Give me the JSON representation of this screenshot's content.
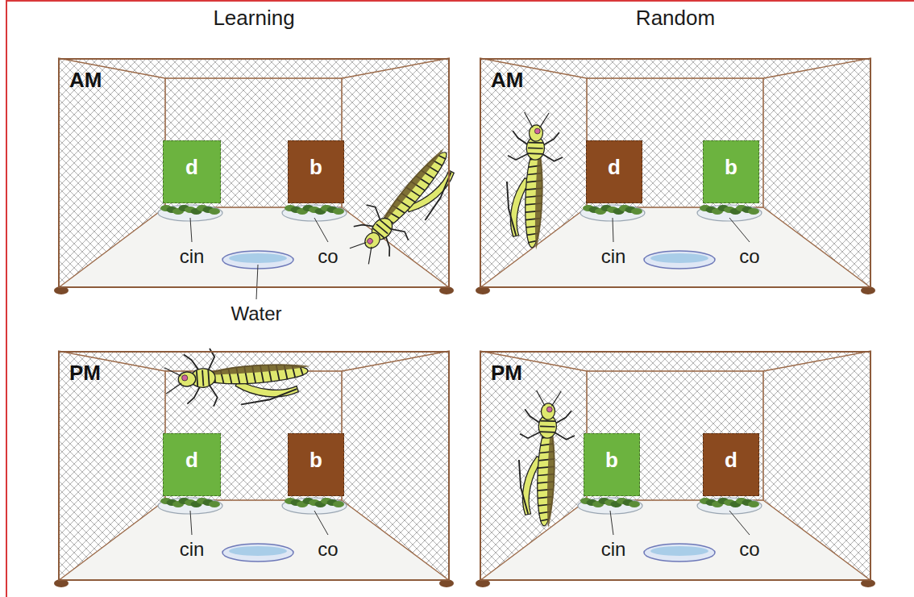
{
  "diagram": {
    "nodes": [
      {
        "text": [
          "AM"
        ]
      },
      {
        "text": [
          "d"
        ],
        "in": 0
      },
      {
        "text": [
          "b"
        ],
        "in": 0
      },
      {
        "text": [
          "AM"
        ]
      },
      {
        "text": [
          "d"
        ],
        "in": 3
      },
      {
        "text": [
          "b"
        ],
        "in": 3
      },
      {
        "text": [
          "PM"
        ]
      },
      {
        "text": [
          "d"
        ],
        "in": 6
      },
      {
        "text": [
          "b"
        ],
        "in": 6
      },
      {
        "text": [
          "PM"
        ]
      },
      {
        "text": [
          "b"
        ],
        "in": 9
      },
      {
        "text": [
          "d"
        ],
        "in": 9
      }
    ],
    "labels": [
      "Learning",
      "Random",
      "cin",
      "co",
      "cin",
      "co",
      "Water",
      "cin",
      "co",
      "cin",
      "co"
    ]
  }
}
